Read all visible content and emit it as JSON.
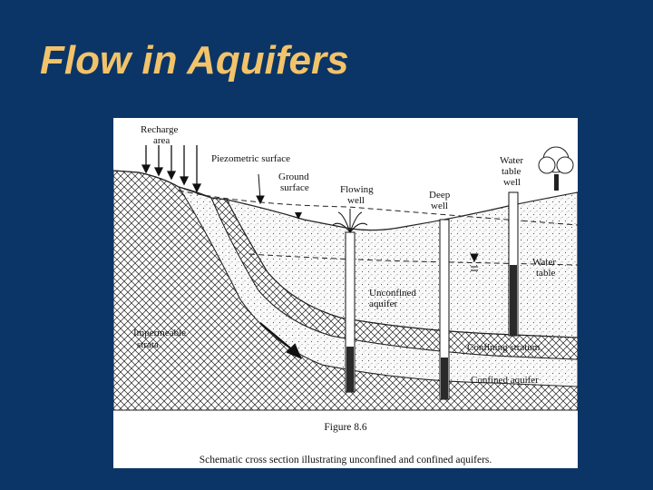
{
  "slide": {
    "title": "Flow in Aquifers",
    "background": "#0b3566",
    "title_color": "#f2c36b"
  },
  "figure": {
    "labels": {
      "recharge_line1": "Recharge",
      "recharge_line2": "area",
      "piezometric": "Piezometric surface",
      "ground_line1": "Ground",
      "ground_line2": "surface",
      "flowing_line1": "Flowing",
      "flowing_line2": "well",
      "deep_line1": "Deep",
      "deep_line2": "well",
      "wt_well_line1": "Water",
      "wt_well_line2": "table",
      "wt_well_line3": "well",
      "water_table_line1": "Water",
      "water_table_line2": "table",
      "unconfined_line1": "Unconfined",
      "unconfined_line2": "aquifer",
      "impermeable_line1": "Impermeable",
      "impermeable_line2": "strata",
      "confining": "Confining stratum",
      "confined": "Confined aquifer"
    },
    "caption_number": "Figure 8.6",
    "caption_text": "Schematic cross section illustrating unconfined and confined aquifers."
  }
}
